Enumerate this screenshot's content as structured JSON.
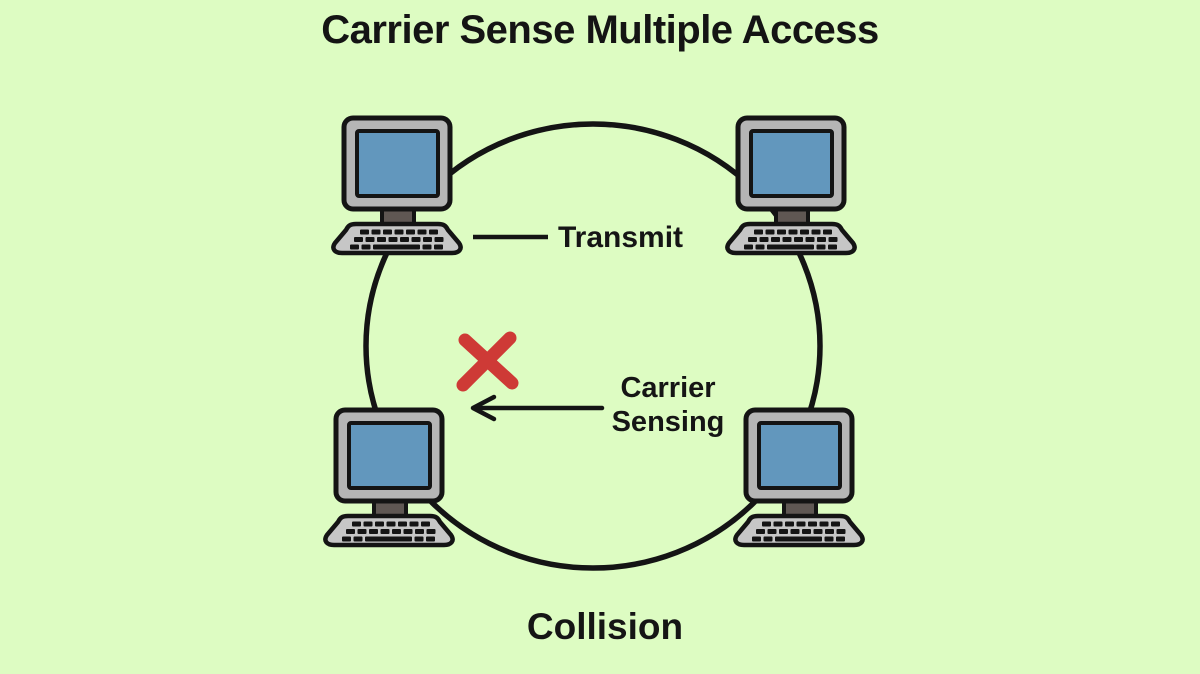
{
  "title": "Carrier Sense Multiple Access",
  "diagram": {
    "type": "network-ring-diagram",
    "labels": {
      "transmit": "Transmit",
      "carrier_sensing": [
        "Carrier",
        "Sensing"
      ],
      "collision": "Collision"
    },
    "nodes": [
      {
        "id": "computer-top-left",
        "kind": "desktop-computer"
      },
      {
        "id": "computer-top-right",
        "kind": "desktop-computer"
      },
      {
        "id": "computer-bottom-left",
        "kind": "desktop-computer"
      },
      {
        "id": "computer-bottom-right",
        "kind": "desktop-computer"
      }
    ],
    "icons": [
      "desktop-computer-icon",
      "collision-x-icon",
      "arrow-left-icon"
    ],
    "colors": {
      "background": "#ddfcc2",
      "line_black": "#141414",
      "screen_blue": "#6297bd",
      "monitor_gray": "#b5b5b5",
      "keyboard_gray": "#c6c6c6",
      "stand_gray": "#5f5753",
      "cross_red": "#ce3a36"
    }
  }
}
